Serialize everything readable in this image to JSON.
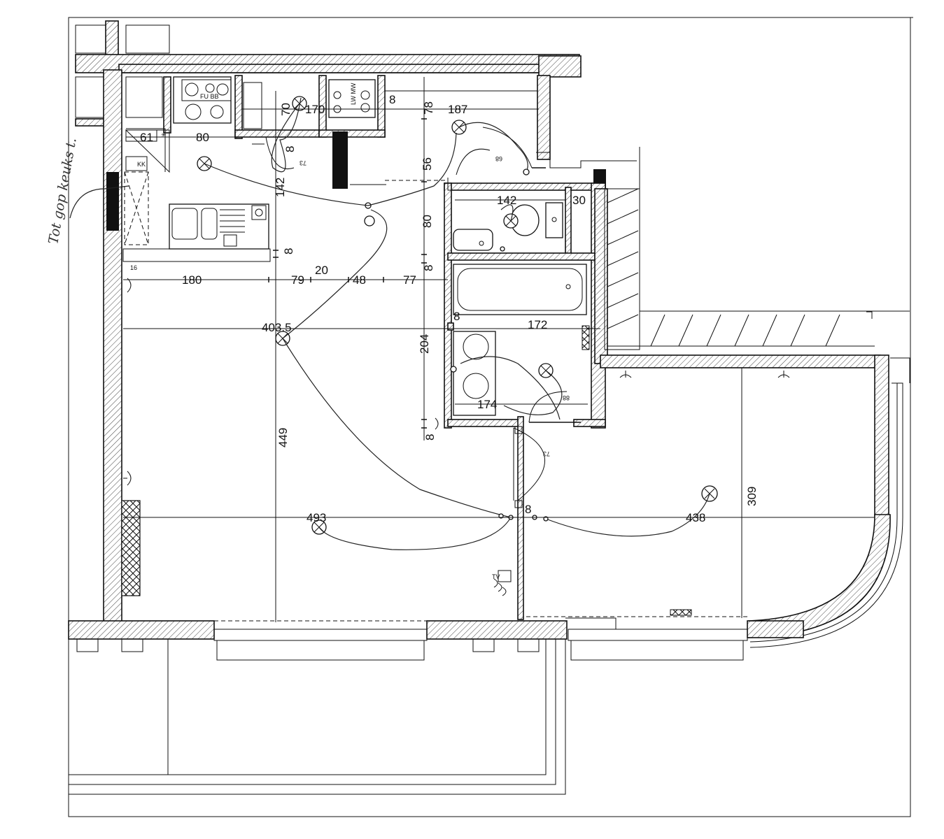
{
  "drawing": {
    "dimensions": {
      "kitchen_70": "70",
      "kitchen_170": "170",
      "kitchen_8": "8",
      "kitchen_78": "78",
      "hall_187": "187",
      "kitchen_61": "61",
      "kitchen_80": "80",
      "kitchen_8b": "8",
      "kitchen_73": "73",
      "hall_56": "56",
      "hall_68": "68",
      "kitchen_142v": "142",
      "wc_142": "142",
      "wc_30": "30",
      "hall_80": "80",
      "kitchen_8c": "8",
      "row_180": "180",
      "row_79": "79",
      "row_20": "20",
      "row_48": "48",
      "row_77": "77",
      "hall_8": "8",
      "living_403_5": "403.5",
      "bath_8": "8",
      "bath_172": "172",
      "bath_204": "204",
      "bath_174": "174",
      "bath_88": "88",
      "bath_8b": "8",
      "living_449": "449",
      "door_73": "73",
      "bed_309": "309",
      "living_493": "493",
      "wall_8": "8",
      "bed_438": "438"
    },
    "symbols": {
      "cooktop_marks": "FU  BB",
      "washer_label": "LW  MW",
      "tv_label": "TV",
      "fridge_label": "KK",
      "socket_16": "16"
    },
    "handwritten_note": "Tot gop keuks t."
  }
}
